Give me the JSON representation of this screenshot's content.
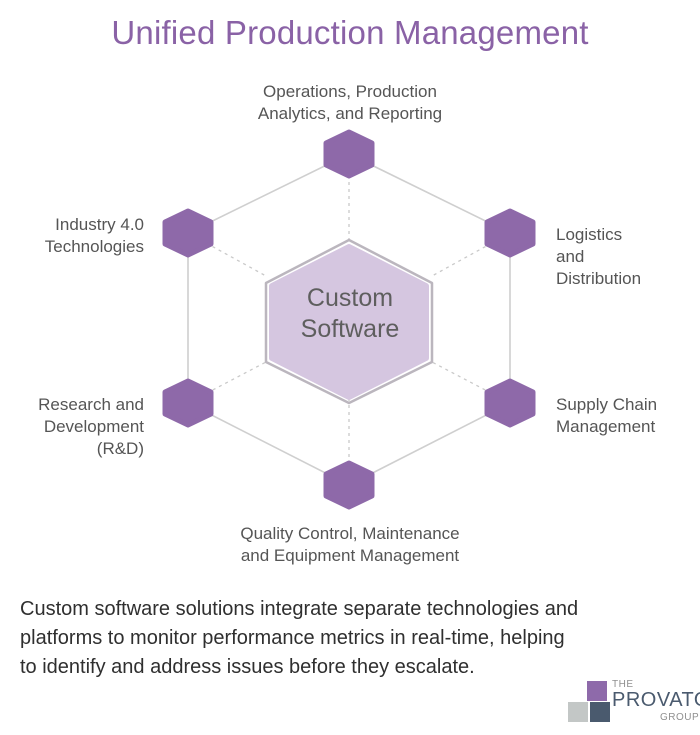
{
  "title": "Unified Production Management",
  "center": {
    "line1": "Custom",
    "line2": "Software"
  },
  "nodes": [
    {
      "id": "top",
      "lines": [
        "Operations, Production",
        "Analytics, and Reporting"
      ],
      "icon": "hexagon"
    },
    {
      "id": "top-right",
      "lines": [
        "Logistics",
        "and",
        "Distribution"
      ],
      "icon": "hexagon"
    },
    {
      "id": "bottom-right",
      "lines": [
        "Supply Chain",
        "Management"
      ],
      "icon": "hexagon"
    },
    {
      "id": "bottom",
      "lines": [
        "Quality Control, Maintenance",
        "and Equipment Management"
      ],
      "icon": "hexagon"
    },
    {
      "id": "bottom-left",
      "lines": [
        "Research and",
        "Development",
        "(R&D)"
      ],
      "icon": "hexagon"
    },
    {
      "id": "top-left",
      "lines": [
        "Industry 4.0",
        "Technologies"
      ],
      "icon": "hexagon"
    }
  ],
  "caption": {
    "line1": "Custom software solutions integrate separate technologies and",
    "line2": "platforms to monitor performance metrics in real-time, helping",
    "line3": "to identify and address issues before they escalate."
  },
  "logo": {
    "the": "THE",
    "name": "PROVATO",
    "group": "GROUP"
  },
  "colors": {
    "title": "#8a62a6",
    "node_fill": "#8e69a9",
    "center_fill": "#d5c6e0",
    "center_border": "#bbb6be",
    "lines": "#cfcfcf",
    "text": "#555555",
    "logo_navy": "#4a5a6e",
    "logo_gray": "#c3c7c6"
  }
}
